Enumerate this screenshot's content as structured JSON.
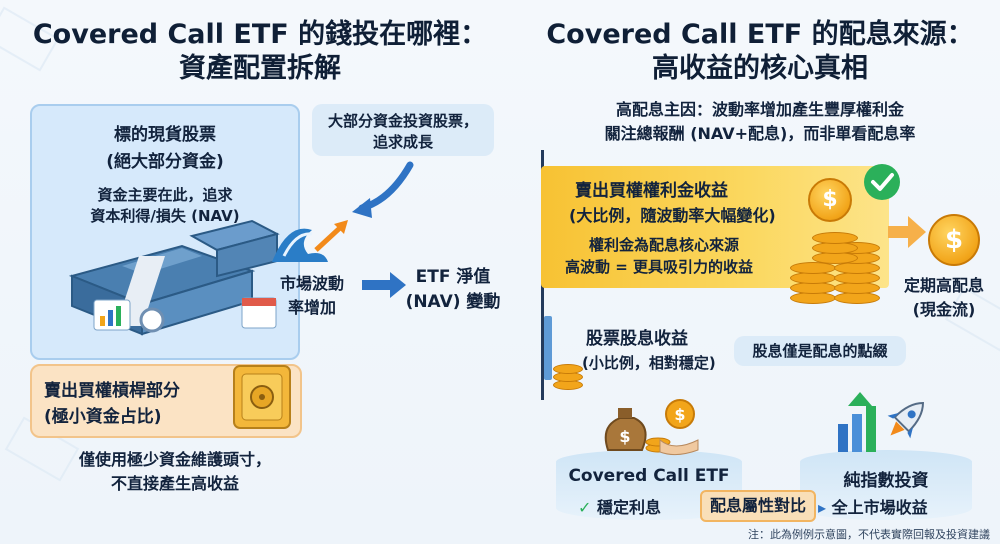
{
  "left": {
    "title_line1": "Covered Call ETF 的錢投在哪裡：",
    "title_line2": "資產配置拆解",
    "stock_panel": {
      "heading": "標的現貨股票",
      "subheading": "(絕大部分資金)",
      "desc_line1": "資金主要在此，追求",
      "desc_line2": "資本利得/損失 (NAV)"
    },
    "callout_line1": "大部分資金投資股票，",
    "callout_line2": "追求成長",
    "market_line1": "市場波動",
    "market_line2": "率增加",
    "nav_line1": "ETF 淨值",
    "nav_line2": "(NAV) 變動",
    "leverage_heading": "賣出買權槓桿部分",
    "leverage_sub": "(極小資金占比)",
    "note_line1": "僅使用極少資金維護頭寸，",
    "note_line2": "不直接產生高收益"
  },
  "right": {
    "title_line1": "Covered Call ETF 的配息來源：",
    "title_line2": "高收益的核心真相",
    "main_line1": "高配息主因：波動率增加產生豐厚權利金",
    "main_line2": "關注總報酬 (NAV+配息)，而非單看配息率",
    "premium_heading": "賣出買權權利金收益",
    "premium_sub": "(大比例，隨波動率大幅變化)",
    "premium_desc1": "權利金為配息核心來源",
    "premium_desc2": "高波動 = 更具吸引力的收益",
    "periodic_line1": "定期高配息",
    "periodic_line2": "(現金流)",
    "dividend_heading": "股票股息收益",
    "dividend_sub": "(小比例，相對穩定)",
    "dividend_note": "股息僅是配息的點綴",
    "cc_etf_label": "Covered Call ETF",
    "cc_etf_value": "穩定利息",
    "compare_label": "配息屬性對比",
    "index_label": "純指數投資",
    "index_value": "全上市場收益",
    "check": "✓",
    "arrow": "▸",
    "footnote": "注：此為例例示意圖，不代表實際回報及投資建議",
    "dollar": "$"
  },
  "colors": {
    "navy": "#0f1f36",
    "accent_blue": "#2f73c4",
    "gold": "#f2a51a",
    "green": "#2bb05a"
  }
}
